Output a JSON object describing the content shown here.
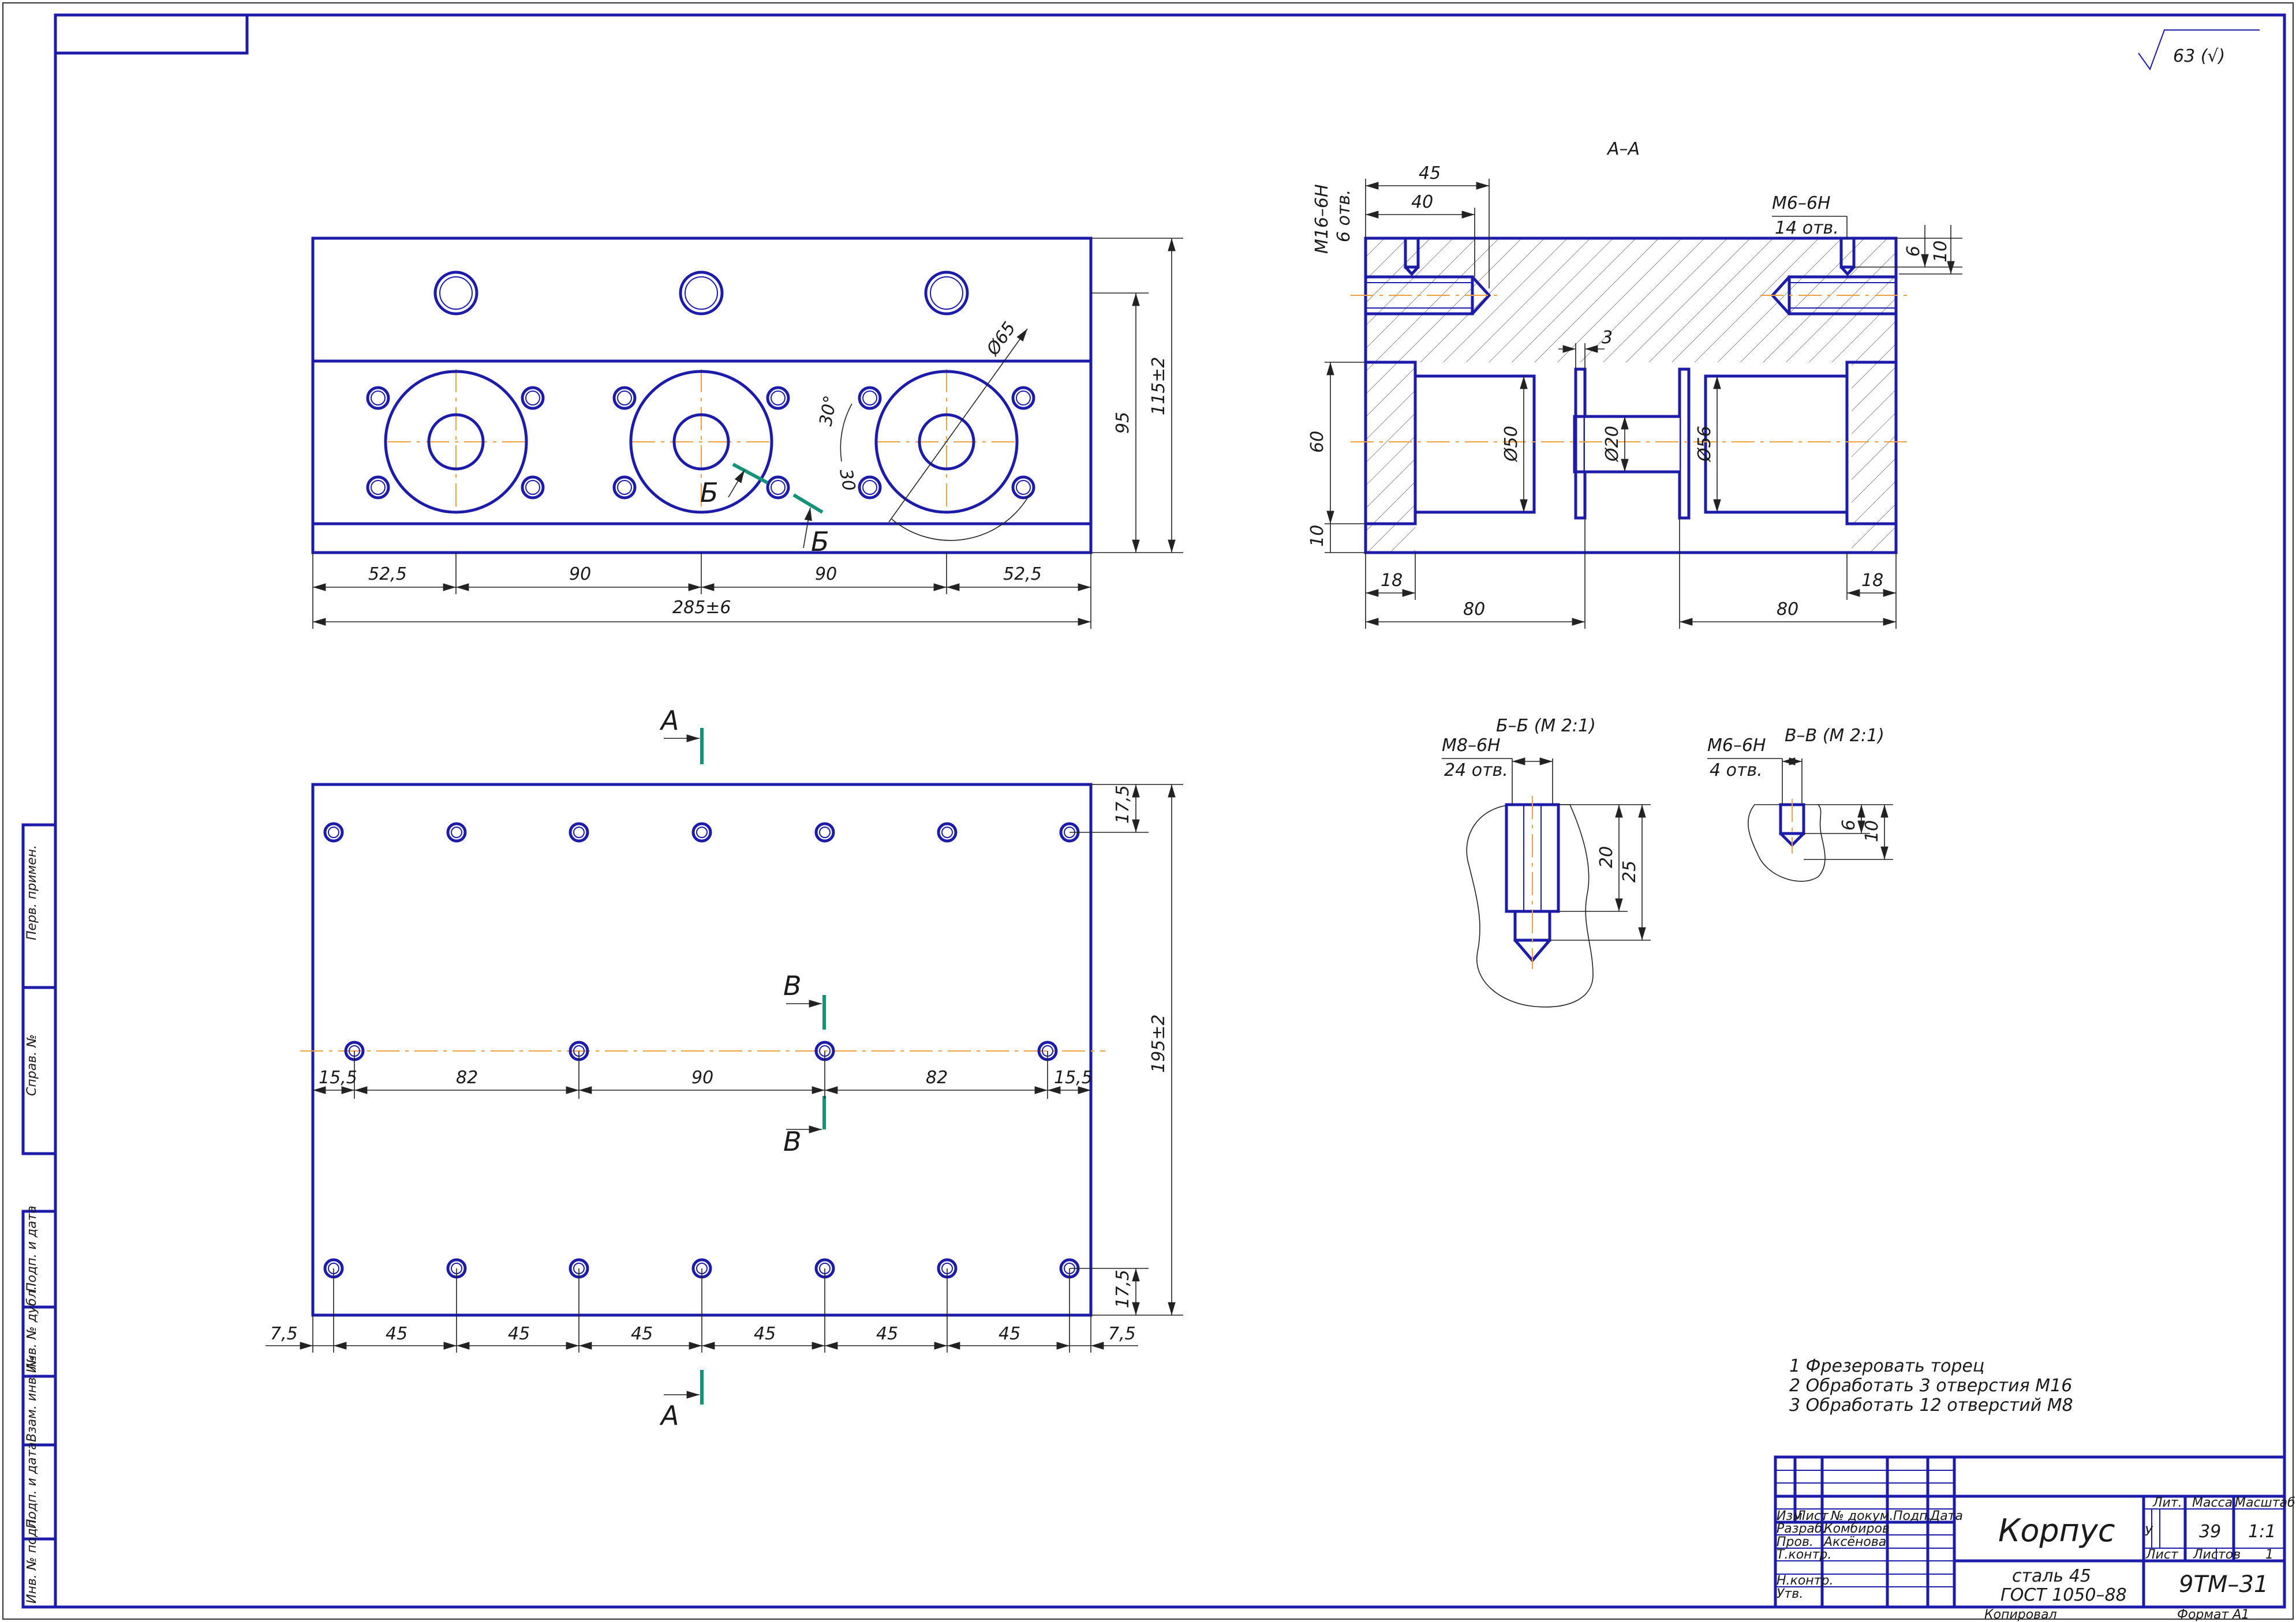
{
  "roughness": "63 (√)",
  "views": {
    "top": {
      "dims": {
        "d1": "52,5",
        "d2": "90",
        "d3": "90",
        "d4": "52,5",
        "overall": "285±6",
        "h95": "95",
        "h115": "115±2",
        "dia65": "Ø65",
        "ang1": "30°",
        "ang2": "30"
      },
      "cut_label": "Б"
    },
    "bottom": {
      "dims": {
        "a": "15,5",
        "b": "82",
        "c": "90",
        "d": "82",
        "e": "15,5",
        "pitch": [
          "7,5",
          "45",
          "45",
          "45",
          "45",
          "45",
          "45",
          "7,5"
        ],
        "v1": "17,5",
        "v2": "17,5",
        "height": "195±2"
      },
      "cut_a": "А",
      "cut_v": "В"
    },
    "section_aa": {
      "title": "А–А",
      "dims": {
        "w45": "45",
        "w40": "40",
        "m16": "М16–6Н",
        "m16_n": "6 отв.",
        "m6": "М6–6Н",
        "m6_n": "14 отв.",
        "d6": "6",
        "d10": "10",
        "d3": "3",
        "h60": "60",
        "h10": "10",
        "dia50": "Ø50",
        "dia20": "Ø20",
        "dia56": "Ø56",
        "b18a": "18",
        "b80a": "80",
        "b80b": "80",
        "b18b": "18"
      }
    },
    "section_bb": {
      "title": "Б–Б (М 2:1)",
      "thread": "М8–6Н",
      "count": "24 отв.",
      "d20": "20",
      "d25": "25"
    },
    "section_vv": {
      "title": "В–В (М 2:1)",
      "thread": "М6–6Н",
      "count": "4 отв.",
      "d6": "6",
      "d10": "10"
    }
  },
  "notes": [
    "1  Фрезеровать торец",
    "2  Обработать 3 отверстия М16",
    "3  Обработать 12 отверстий М8"
  ],
  "side_stamp": [
    "Перв. примен.",
    "Справ. №",
    "Подп. и дата",
    "Инв. № дубл.",
    "Взам. инв. №",
    "Подп. и дата",
    "Инв. № подл."
  ],
  "title_block": {
    "name": "Корпус",
    "material_1": "сталь 45",
    "material_2": "ГОСТ 1050–88",
    "designation": "9ТМ–31",
    "headers": [
      "Изм",
      "Лист",
      "№ докум.",
      "Подп.",
      "Дата"
    ],
    "roles": [
      "Разраб.",
      "Пров.",
      "Т.контр.",
      "Н.контр.",
      "Утв."
    ],
    "names": [
      "Комбиров",
      "Аксёнова"
    ],
    "lit_label": "Лит.",
    "mass_label": "Масса",
    "scale_label": "Масштаб",
    "lit": "У",
    "mass": "39",
    "scale": "1:1",
    "sheet_label": "Лист",
    "sheets_label": "Листов",
    "sheets": "1",
    "copied": "Копировал",
    "format": "Формат   А1"
  }
}
